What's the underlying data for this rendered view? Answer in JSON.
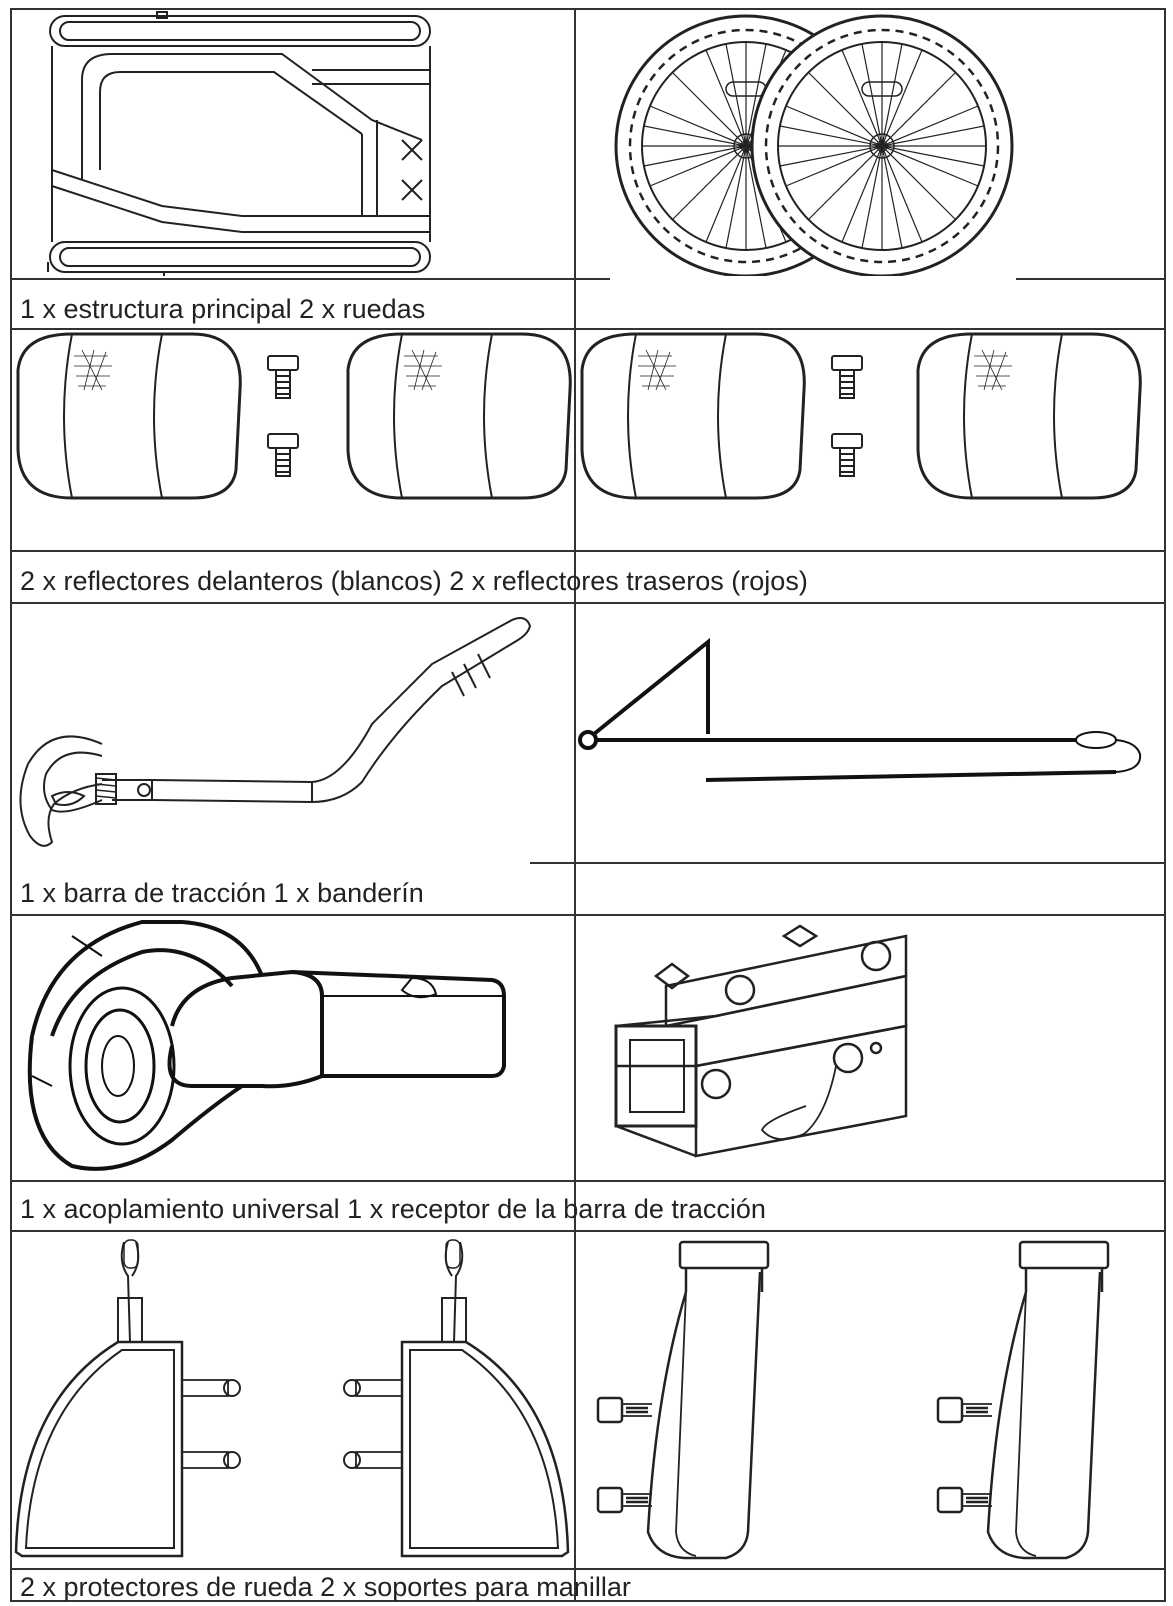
{
  "captions": {
    "row1": "1 x estructura principal 2 x ruedas",
    "row2": "2 x reflectores delanteros (blancos) 2 x reflectores traseros (rojos)",
    "row3": "1 x barra de tracción 1 x banderín",
    "row4": "1 x acoplamiento universal 1 x receptor de la barra de tracción",
    "row5": "2 x protectores de rueda 2 x soportes para manillar"
  },
  "illustrations": [
    {
      "icon": "main-frame-illustration"
    },
    {
      "icon": "wheels-illustration"
    },
    {
      "icon": "front-reflectors-illustration"
    },
    {
      "icon": "rear-reflectors-illustration"
    },
    {
      "icon": "tow-bar-illustration"
    },
    {
      "icon": "flag-illustration"
    },
    {
      "icon": "universal-coupling-illustration"
    },
    {
      "icon": "tow-bar-receiver-illustration"
    },
    {
      "icon": "wheel-guards-illustration"
    },
    {
      "icon": "handlebar-mounts-illustration"
    }
  ]
}
